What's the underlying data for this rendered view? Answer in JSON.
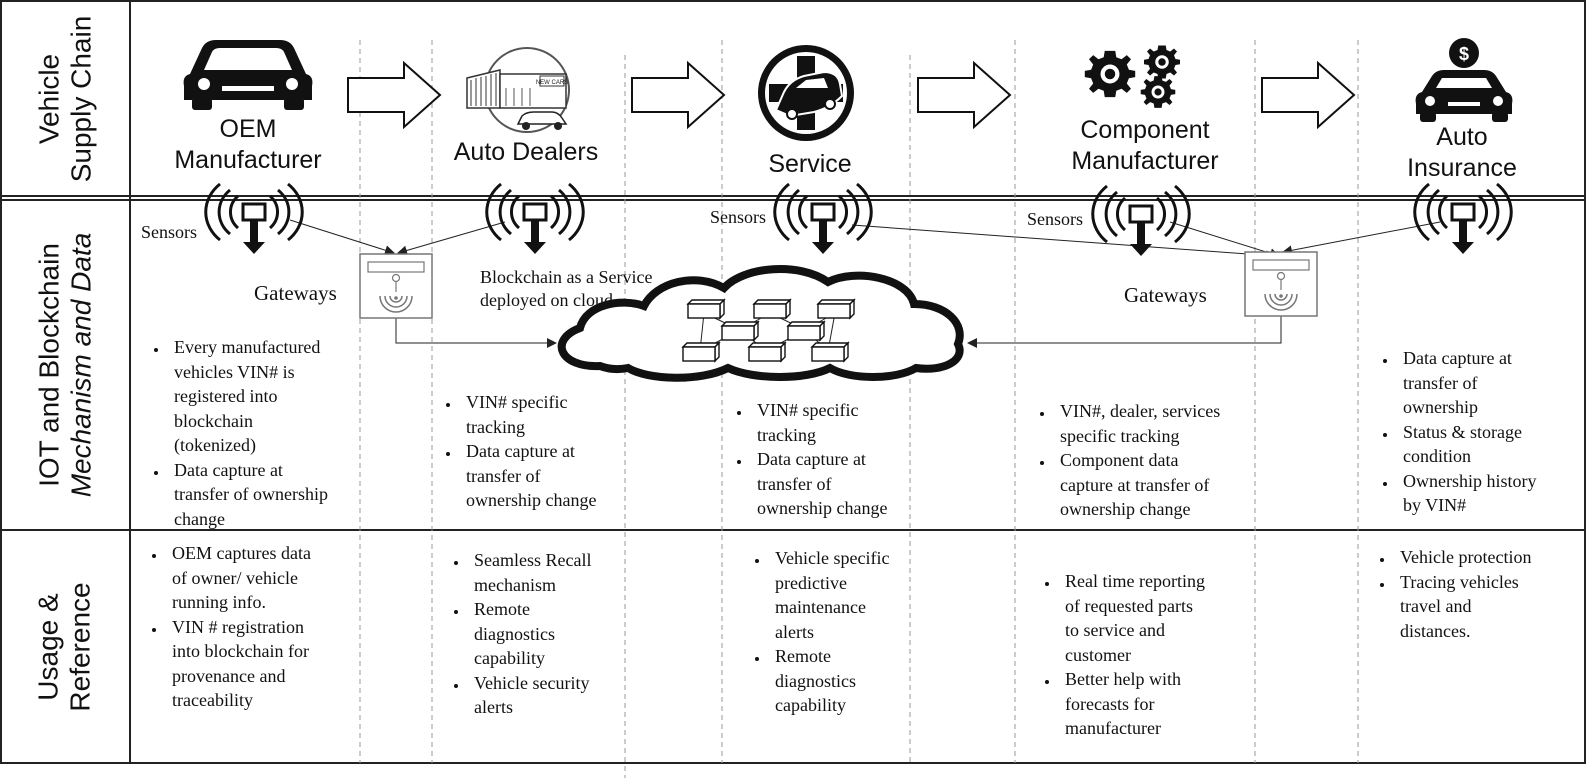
{
  "rows": [
    {
      "line1": "Vehicle",
      "line2": "Supply Chain"
    },
    {
      "line1": "IOT and Blockchain",
      "line2": "Mechanism and Data"
    },
    {
      "line1": "Usage &",
      "line2": "Reference"
    }
  ],
  "stages": [
    {
      "name_lines": [
        "OEM",
        "Manufacturer"
      ],
      "icon": "car-icon",
      "iot_bullets": [
        "Every manufactured vehicles VIN# is registered into blockchain (tokenized)",
        "Data capture at transfer of ownership change"
      ],
      "iot_lines": [
        [
          "Every manufactured",
          "vehicles VIN# is",
          "registered into",
          "blockchain",
          "(tokenized)"
        ],
        [
          "Data capture at",
          "transfer of ownership",
          "change"
        ]
      ],
      "usage_lines": [
        [
          "OEM captures data",
          "of owner/ vehicle",
          "running info."
        ],
        [
          "VIN # registration",
          "into blockchain for",
          "provenance and",
          "traceability"
        ]
      ]
    },
    {
      "name_lines": [
        "Auto Dealers"
      ],
      "icon": "dealership-icon",
      "iot_lines": [
        [
          "VIN# specific",
          "tracking"
        ],
        [
          "Data capture at",
          "transfer of",
          "ownership change"
        ]
      ],
      "usage_lines": [
        [
          "Seamless Recall",
          "mechanism"
        ],
        [
          "Remote",
          "diagnostics",
          "capability"
        ],
        [
          "Vehicle security",
          "alerts"
        ]
      ]
    },
    {
      "name_lines": [
        "Service"
      ],
      "icon": "car-service-icon",
      "iot_lines": [
        [
          "VIN# specific",
          "tracking"
        ],
        [
          "Data capture at",
          "transfer of",
          "ownership change"
        ]
      ],
      "usage_lines": [
        [
          "Vehicle specific",
          "predictive",
          "maintenance",
          "alerts"
        ],
        [
          "Remote",
          "diagnostics",
          "capability"
        ]
      ]
    },
    {
      "name_lines": [
        "Component",
        "Manufacturer"
      ],
      "icon": "gears-icon",
      "iot_lines": [
        [
          "VIN#, dealer, services",
          "specific tracking"
        ],
        [
          "Component data",
          "capture at transfer of",
          "ownership change"
        ]
      ],
      "usage_lines": [
        [
          "Real time reporting",
          "of requested parts",
          "to service and",
          "customer"
        ],
        [
          "Better help with",
          "forecasts for",
          "manufacturer"
        ]
      ]
    },
    {
      "name_lines": [
        "Auto",
        "Insurance"
      ],
      "icon": "insured-car-icon",
      "iot_lines": [
        [
          "Data capture at",
          "transfer of",
          "ownership"
        ],
        [
          "Status & storage",
          "condition"
        ],
        [
          "Ownership history",
          "by VIN#"
        ]
      ],
      "usage_lines": [
        [
          "Vehicle protection"
        ],
        [
          "Tracing vehicles",
          "travel and",
          "distances."
        ]
      ]
    }
  ],
  "labels": {
    "sensors": "Sensors",
    "gateways": "Gateways",
    "baas_line1": "Blockchain as a Service",
    "baas_line2": "deployed on cloud",
    "coin_symbol": "$",
    "dealer_sign": "NEW CARS"
  },
  "colors": {
    "line": "#222222",
    "icon": "#111111",
    "grid_dash": "#999999"
  }
}
